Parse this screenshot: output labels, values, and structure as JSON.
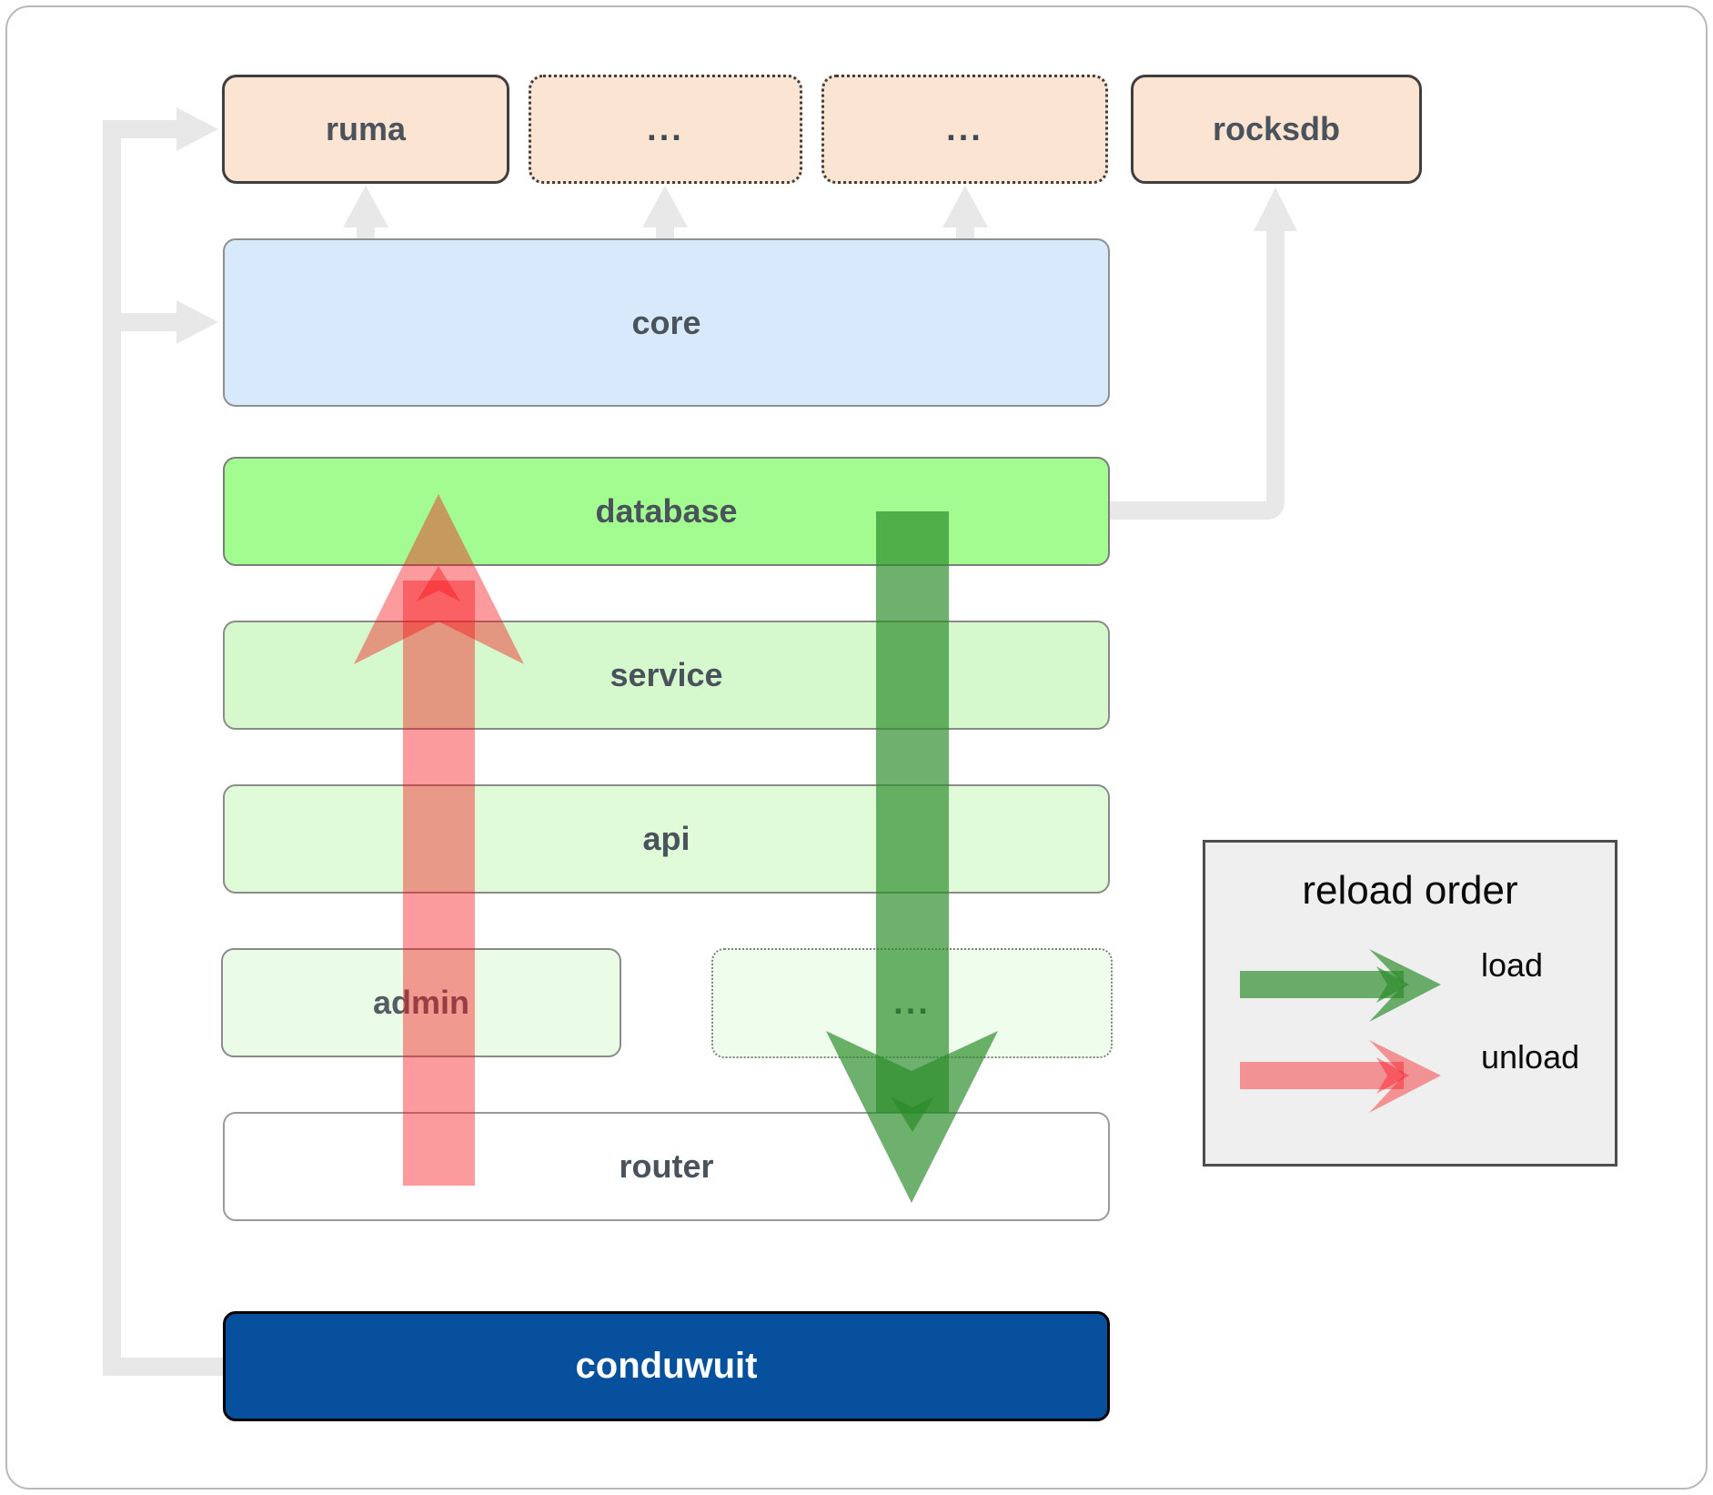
{
  "boxes": {
    "ruma": "ruma",
    "dots1": "...",
    "dots2": "...",
    "rocksdb": "rocksdb",
    "core": "core",
    "database": "database",
    "service": "service",
    "api": "api",
    "admin": "admin",
    "admin_dots": "...",
    "router": "router",
    "conduwuit": "conduwuit"
  },
  "legend": {
    "title": "reload order",
    "load_label": "load",
    "unload_label": "unload"
  },
  "colors": {
    "load_arrow": "#2a8a28",
    "unload_arrow": "#f81018",
    "connector": "#e8e8e8",
    "peach_fill": "#fce4d3",
    "core_fill": "#d7e9fb",
    "database_fill": "#a2fc90",
    "service_fill": "#d5f9cc",
    "api_fill": "#dffbd8",
    "admin_fill": "#eafce6",
    "router_fill": "#ffffff",
    "conduwuit_fill": "#06509e"
  }
}
